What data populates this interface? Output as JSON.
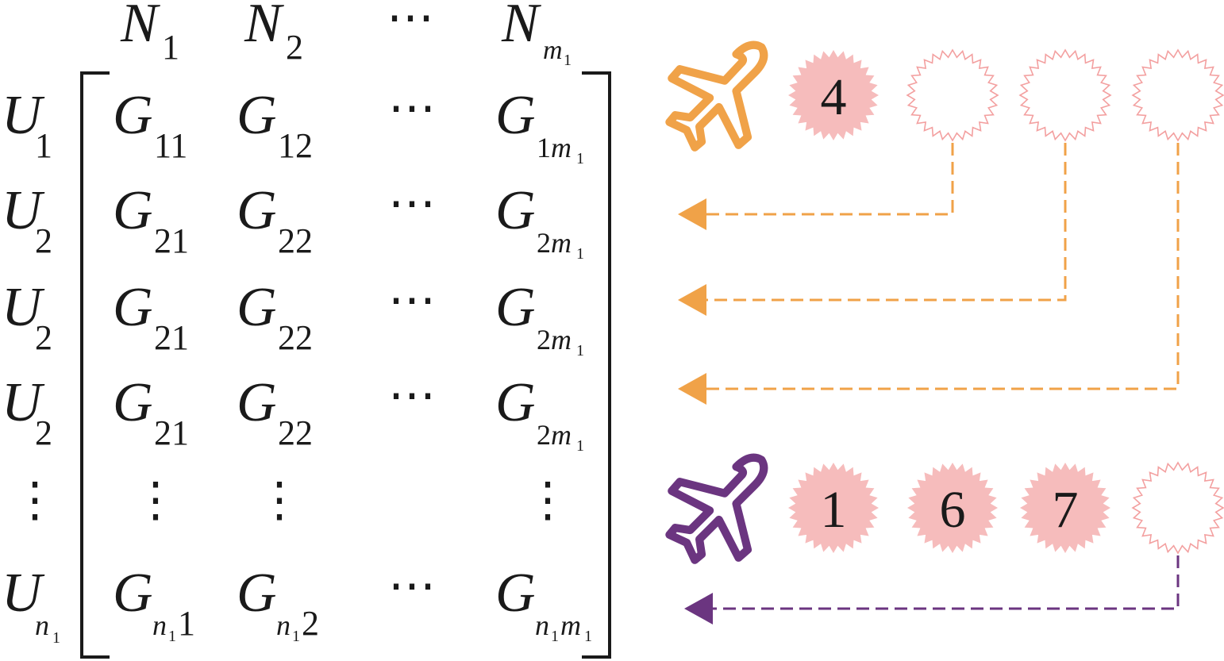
{
  "matrix": {
    "col_headers": [
      {
        "base": "N",
        "sub": "1",
        "subsub": ""
      },
      {
        "base": "N",
        "sub": "2",
        "subsub": ""
      },
      {
        "base": "",
        "sub": "",
        "subsub": "",
        "ellipsis": "⋯"
      },
      {
        "base": "N",
        "sub": "m",
        "subsub": "1"
      }
    ],
    "rows": [
      {
        "label": {
          "base": "U",
          "sub": "1",
          "subsub": ""
        },
        "cells": [
          {
            "base": "G",
            "sub": "11",
            "subsub": ""
          },
          {
            "base": "G",
            "sub": "12",
            "subsub": ""
          },
          {
            "ellipsis": "⋯"
          },
          {
            "base": "G",
            "sub": "1m",
            "subsub": "1"
          }
        ]
      },
      {
        "label": {
          "base": "U",
          "sub": "2",
          "subsub": ""
        },
        "cells": [
          {
            "base": "G",
            "sub": "21",
            "subsub": ""
          },
          {
            "base": "G",
            "sub": "22",
            "subsub": ""
          },
          {
            "ellipsis": "⋯"
          },
          {
            "base": "G",
            "sub": "2m",
            "subsub": "1"
          }
        ]
      },
      {
        "label": {
          "base": "U",
          "sub": "2",
          "subsub": ""
        },
        "cells": [
          {
            "base": "G",
            "sub": "21",
            "subsub": ""
          },
          {
            "base": "G",
            "sub": "22",
            "subsub": ""
          },
          {
            "ellipsis": "⋯"
          },
          {
            "base": "G",
            "sub": "2m",
            "subsub": "1"
          }
        ]
      },
      {
        "label": {
          "base": "U",
          "sub": "2",
          "subsub": ""
        },
        "cells": [
          {
            "base": "G",
            "sub": "21",
            "subsub": ""
          },
          {
            "base": "G",
            "sub": "22",
            "subsub": ""
          },
          {
            "ellipsis": "⋯"
          },
          {
            "base": "G",
            "sub": "2m",
            "subsub": "1"
          }
        ]
      },
      {
        "label": {
          "vdots": "⋮"
        },
        "cells": [
          {
            "vdots": "⋮"
          },
          {
            "vdots": "⋮"
          },
          {
            "blank": ""
          },
          {
            "vdots": "⋮"
          }
        ]
      },
      {
        "label": {
          "base": "U",
          "sub": "n",
          "subsub": "1"
        },
        "cells": [
          {
            "base": "G",
            "sub": "n",
            "subsub": "1",
            "tail": "1"
          },
          {
            "base": "G",
            "sub": "n",
            "subsub": "1",
            "tail": "2"
          },
          {
            "ellipsis": "⋯"
          },
          {
            "base": "G",
            "sub": "n",
            "subsub": "1",
            "tail": "m",
            "tailsub": "1"
          }
        ]
      }
    ]
  },
  "schedules": [
    {
      "aircraft": "airplane-icon",
      "color": "#F0A248",
      "slots": [
        {
          "filled": true,
          "label": "4"
        },
        {
          "filled": false,
          "label": ""
        },
        {
          "filled": false,
          "label": ""
        },
        {
          "filled": false,
          "label": ""
        }
      ]
    },
    {
      "aircraft": "airplane-icon",
      "color": "#6B3580",
      "slots": [
        {
          "filled": true,
          "label": "1"
        },
        {
          "filled": true,
          "label": "6"
        },
        {
          "filled": true,
          "label": "7"
        },
        {
          "filled": false,
          "label": ""
        }
      ]
    }
  ],
  "colors": {
    "slot_fill": "#F6BCBC",
    "slot_outline": "#F3A0A0",
    "text": "#1a1a1a"
  }
}
